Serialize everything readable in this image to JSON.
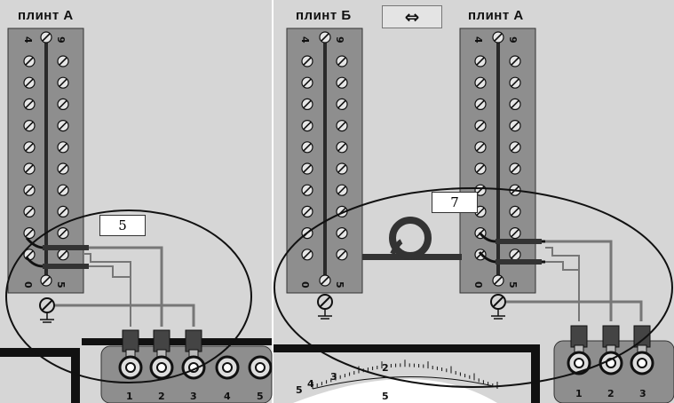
{
  "left_panel": {
    "strip_label": "плинт А",
    "top_labels": [
      "4",
      "9"
    ],
    "bottom_labels": [
      "0",
      "5"
    ],
    "callout": "5",
    "terminal_numbers": [
      "1",
      "2",
      "3",
      "4",
      "5"
    ]
  },
  "right_panel": {
    "strip_b_label": "плинт Б",
    "strip_a_label": "плинт А",
    "swap_symbol": "⇔",
    "strip_b_top_labels": [
      "4",
      "9"
    ],
    "strip_b_bottom_labels": [
      "0",
      "5"
    ],
    "strip_a_top_labels": [
      "4",
      "9"
    ],
    "strip_a_bottom_labels": [
      "0",
      "5"
    ],
    "callout": "7",
    "terminal_numbers": [
      "1",
      "2",
      "3"
    ],
    "scale_ticks": [
      "5",
      "4",
      "3",
      "2",
      "5"
    ]
  }
}
